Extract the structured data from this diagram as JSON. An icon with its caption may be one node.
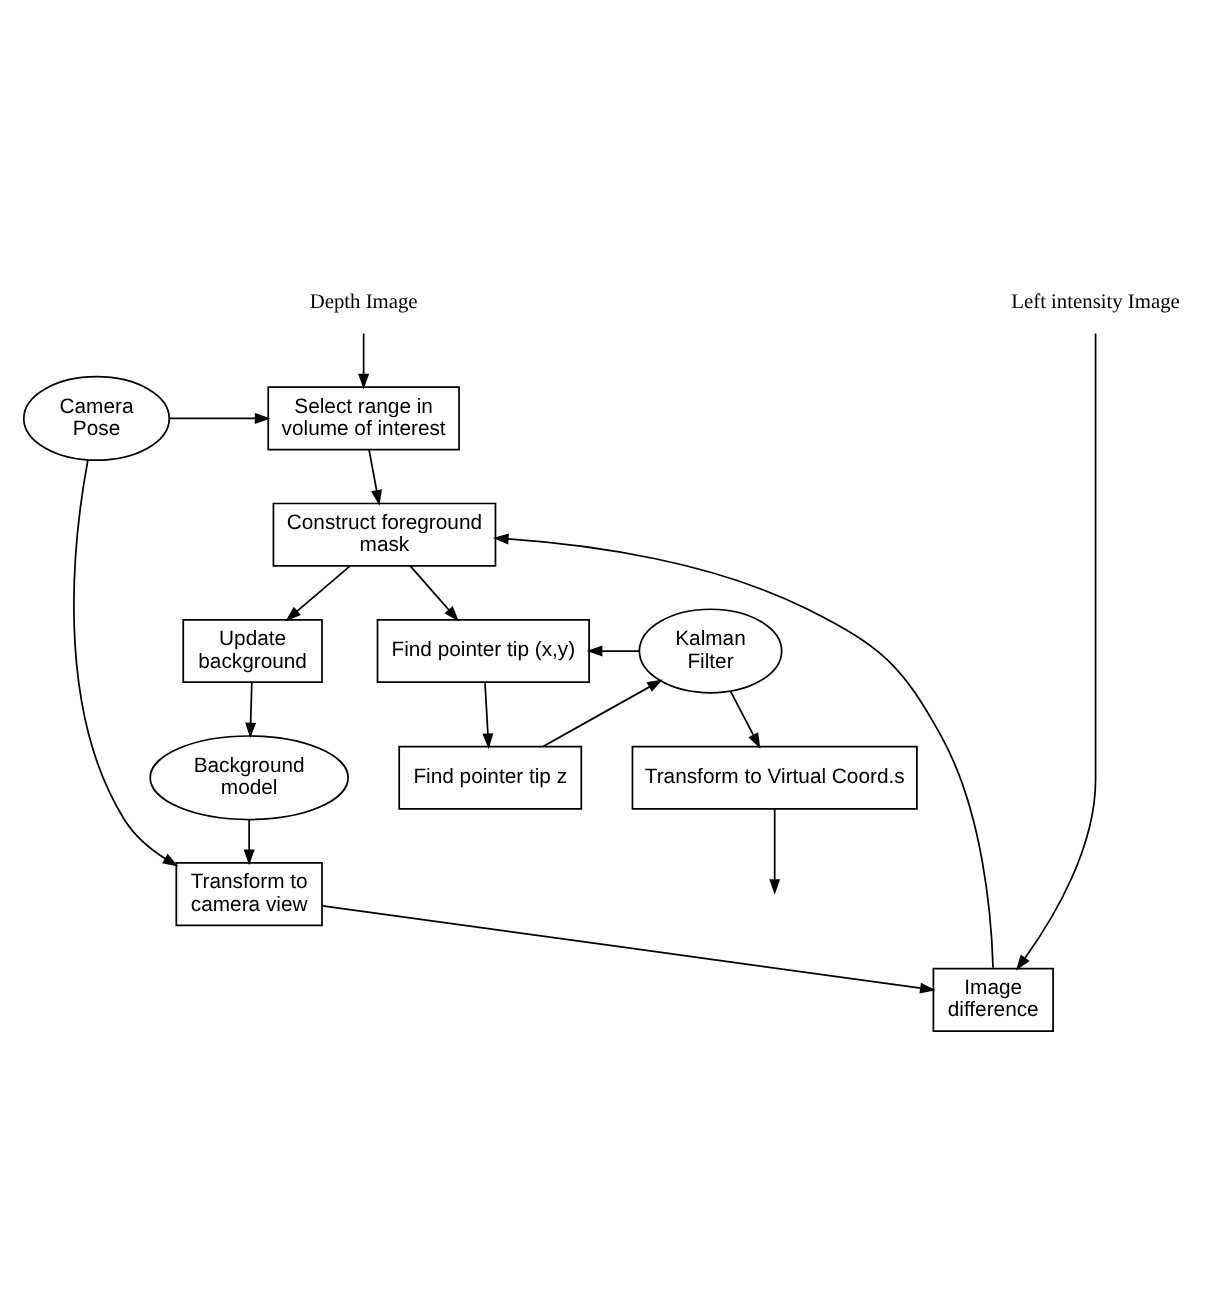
{
  "diagram": {
    "nodes": [
      {
        "text": [
          "Depth Image"
        ]
      },
      {
        "text": [
          "Left intensity Image"
        ]
      },
      {
        "text": [
          "Select range in volume of interest"
        ]
      },
      {
        "text": [
          "Camera Pose"
        ]
      },
      {
        "text": [
          "Transform to camera view"
        ]
      },
      {
        "text": [
          "Background model"
        ]
      },
      {
        "text": [
          "Update background"
        ]
      },
      {
        "text": [
          "Image difference"
        ]
      },
      {
        "text": [
          "Construct foreground mask"
        ]
      },
      {
        "text": [
          "Find pointer tip (x,y)"
        ]
      },
      {
        "text": [
          "Kalman Filter"
        ]
      },
      {
        "text": [
          "Find pointer tip z"
        ]
      },
      {
        "text": [
          "Transform to Virtual Coord.s"
        ]
      }
    ],
    "edges": [
      {
        "from": 0,
        "to": 2,
        "arrow": "to"
      },
      {
        "from": 3,
        "to": 2,
        "arrow": "to"
      },
      {
        "from": 3,
        "to": 4,
        "arrow": "to"
      },
      {
        "from": 5,
        "to": 4,
        "arrow": "to"
      },
      {
        "from": 4,
        "to": 7,
        "arrow": "to"
      },
      {
        "from": 1,
        "to": 7,
        "arrow": "to"
      },
      {
        "from": 6,
        "to": 5,
        "arrow": "to"
      },
      {
        "from": 8,
        "to": 6,
        "arrow": "to"
      },
      {
        "from": 2,
        "to": 8,
        "arrow": "to"
      },
      {
        "from": 7,
        "to": 8,
        "arrow": "to"
      },
      {
        "from": 8,
        "to": 9,
        "arrow": "to"
      },
      {
        "from": 9,
        "to": 11,
        "arrow": "to"
      },
      {
        "from": 11,
        "to": 10,
        "arrow": "to"
      },
      {
        "from": 10,
        "to": 9,
        "arrow": "to"
      },
      {
        "from": 10,
        "to": 12,
        "arrow": "to"
      },
      {
        "from": 12,
        "to": null,
        "arrow": "to"
      }
    ]
  }
}
